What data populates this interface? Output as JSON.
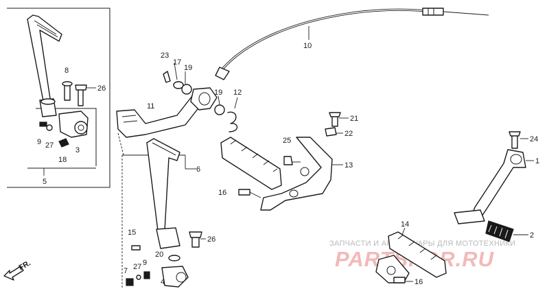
{
  "callouts": {
    "c1": "1",
    "c2": "2",
    "c3": "3",
    "c4": "4",
    "c5": "5",
    "c6": "6",
    "c7": "7",
    "c8": "8",
    "c9a": "9",
    "c9b": "9",
    "c10": "10",
    "c11": "11",
    "c12": "12",
    "c13": "13",
    "c14": "14",
    "c15": "15",
    "c16a": "16",
    "c16b": "16",
    "c17": "17",
    "c18": "18",
    "c19a": "19",
    "c19b": "19",
    "c20": "20",
    "c21": "21",
    "c22": "22",
    "c23": "23",
    "c24": "24",
    "c25": "25",
    "c26a": "26",
    "c26b": "26",
    "c27a": "27",
    "c27b": "27"
  },
  "direction_label": "FR.",
  "watermark": {
    "top": "ЗАПЧАСТИ И АКСЕССУАРЫ ДЛЯ МОТОТЕХНИКИ",
    "brand": "PARTSFOR.RU"
  },
  "colors": {
    "line": "#1a1a1a",
    "watermark_top": "#b9b9b9",
    "watermark_brand": "#f3b9b9"
  }
}
